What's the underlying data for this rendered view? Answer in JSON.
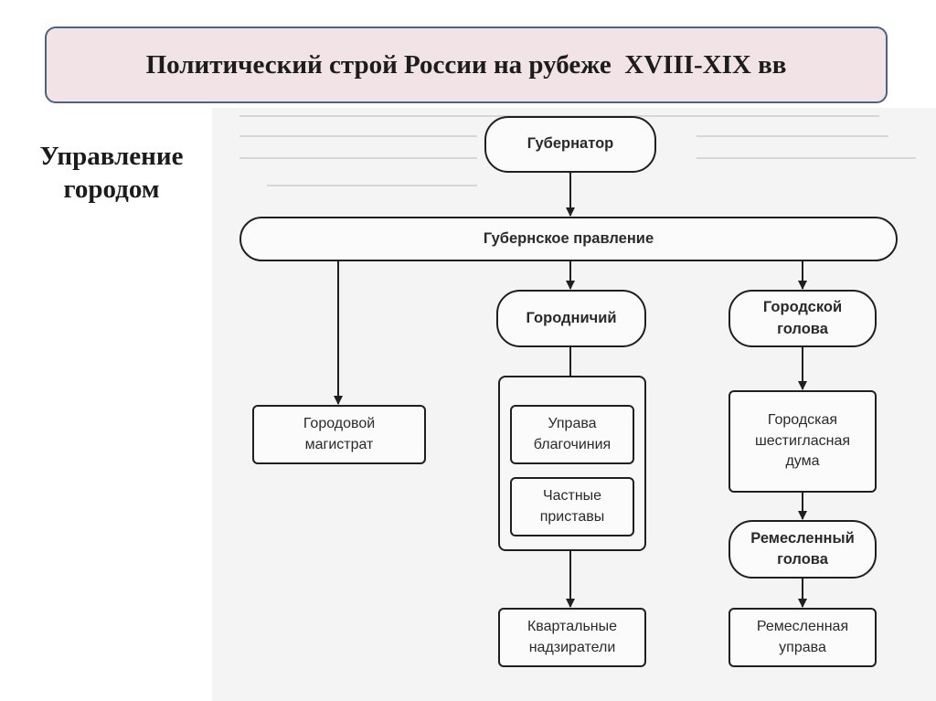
{
  "title": "Политический строй России на рубеже  XVIII-XIX вв",
  "side_label": {
    "line1": "Управление",
    "line2": "городом"
  },
  "nodes": {
    "governor": {
      "text": "Губернатор"
    },
    "provincial_board": {
      "text": "Губернское правление"
    },
    "gorodnichiy": {
      "text": "Городничий"
    },
    "city_head": {
      "line1": "Городской",
      "line2": "голова"
    },
    "city_magistrate": {
      "line1": "Городовой",
      "line2": "магистрат"
    },
    "deanery_board": {
      "line1": "Управа",
      "line2": "благочиния"
    },
    "private_bailiffs": {
      "line1": "Частные",
      "line2": "приставы"
    },
    "quarter_overseers": {
      "line1": "Квартальные",
      "line2": "надзиратели"
    },
    "six_member_duma": {
      "line1": "Городская",
      "line2": "шестигласная",
      "line3": "дума"
    },
    "craft_head": {
      "line1": "Ремесленный",
      "line2": "голова"
    },
    "craft_board": {
      "line1": "Ремесленная",
      "line2": "управа"
    }
  },
  "colors": {
    "title_fill": "#f2e3e6",
    "title_border": "#4b6384",
    "diagram_background": "#f4f4f4",
    "node_border": "#1f1f1f"
  }
}
